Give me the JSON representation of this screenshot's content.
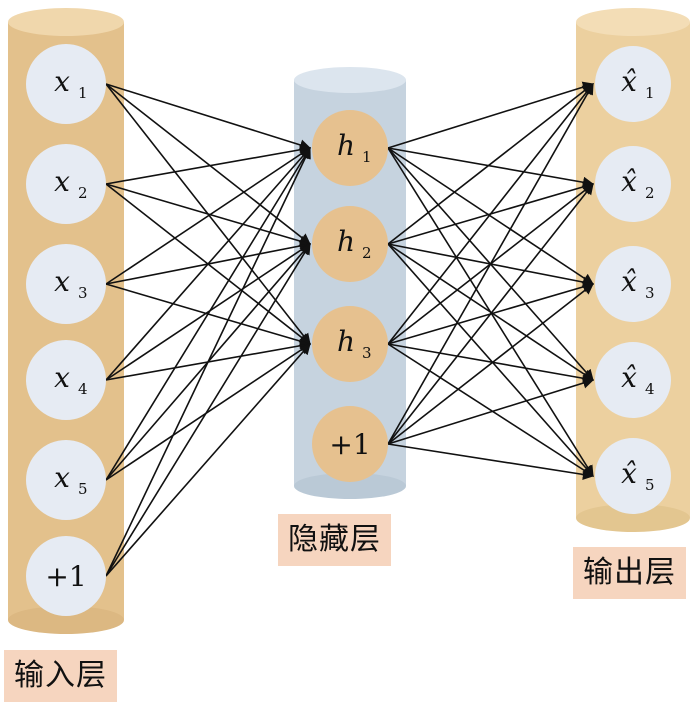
{
  "input_layer": {
    "label": "输入层",
    "nodes": [
      {
        "symbol": "x",
        "sub": "1"
      },
      {
        "symbol": "x",
        "sub": "2"
      },
      {
        "symbol": "x",
        "sub": "3"
      },
      {
        "symbol": "x",
        "sub": "4"
      },
      {
        "symbol": "x",
        "sub": "5"
      },
      {
        "symbol": "+1",
        "sub": ""
      }
    ]
  },
  "hidden_layer": {
    "label": "隐藏层",
    "nodes": [
      {
        "symbol": "h",
        "sub": "1"
      },
      {
        "symbol": "h",
        "sub": "2"
      },
      {
        "symbol": "h",
        "sub": "3"
      },
      {
        "symbol": "+1",
        "sub": ""
      }
    ]
  },
  "output_layer": {
    "label": "输出层",
    "nodes": [
      {
        "symbol": "x̂",
        "sub": "1"
      },
      {
        "symbol": "x̂",
        "sub": "2"
      },
      {
        "symbol": "x̂",
        "sub": "3"
      },
      {
        "symbol": "x̂",
        "sub": "4"
      },
      {
        "symbol": "x̂",
        "sub": "5"
      }
    ]
  },
  "colors": {
    "input_cylinder": "#e3c18c",
    "hidden_cylinder": "#c6d3df",
    "output_cylinder": "#ecd09f",
    "input_node": "#e6ebf3",
    "hidden_node": "#e6c18f",
    "label_bg": "#f6d5bf",
    "arrow": "#111111"
  }
}
